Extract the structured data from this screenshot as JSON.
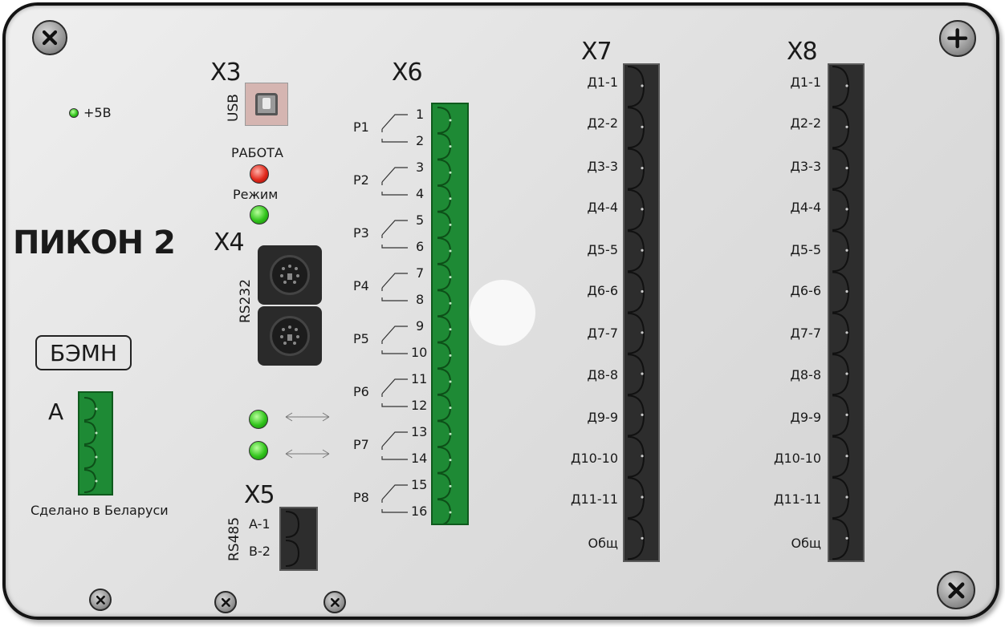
{
  "device": {
    "model": "ПИКОН",
    "model_num": "2",
    "maker": "БЭМН",
    "made_in": "Сделано в Беларуси",
    "power_led": "+5В"
  },
  "connectors": {
    "x3": {
      "name": "X3",
      "port": "USB"
    },
    "x4": {
      "name": "X4",
      "port": "RS232"
    },
    "x5": {
      "name": "X5",
      "port": "RS485",
      "pins": [
        "A-1",
        "B-2"
      ]
    },
    "x6": {
      "name": "X6"
    },
    "x7": {
      "name": "X7"
    },
    "x8": {
      "name": "X8"
    },
    "a": {
      "name": "A"
    }
  },
  "leds": {
    "work": "РАБОТА",
    "mode": "Режим"
  },
  "relays": [
    {
      "name": "Р1",
      "pins": [
        "1",
        "2"
      ]
    },
    {
      "name": "Р2",
      "pins": [
        "3",
        "4"
      ]
    },
    {
      "name": "Р3",
      "pins": [
        "5",
        "6"
      ]
    },
    {
      "name": "Р4",
      "pins": [
        "7",
        "8"
      ]
    },
    {
      "name": "Р5",
      "pins": [
        "9",
        "10"
      ]
    },
    {
      "name": "Р6",
      "pins": [
        "11",
        "12"
      ]
    },
    {
      "name": "Р7",
      "pins": [
        "13",
        "14"
      ]
    },
    {
      "name": "Р8",
      "pins": [
        "15",
        "16"
      ]
    }
  ],
  "inputs_x7": [
    "Д1-1",
    "Д2-2",
    "Д3-3",
    "Д4-4",
    "Д5-5",
    "Д6-6",
    "Д7-7",
    "Д8-8",
    "Д9-9",
    "Д10-10",
    "Д11-11",
    "Общ"
  ],
  "inputs_x8": [
    "Д1-1",
    "Д2-2",
    "Д3-3",
    "Д4-4",
    "Д5-5",
    "Д6-6",
    "Д7-7",
    "Д8-8",
    "Д9-9",
    "Д10-10",
    "Д11-11",
    "Общ"
  ],
  "colors": {
    "led_green": "#31c41b",
    "led_red": "#e2291c",
    "terminal_green": "#1e8a35",
    "terminal_black": "#2d2d2d"
  }
}
